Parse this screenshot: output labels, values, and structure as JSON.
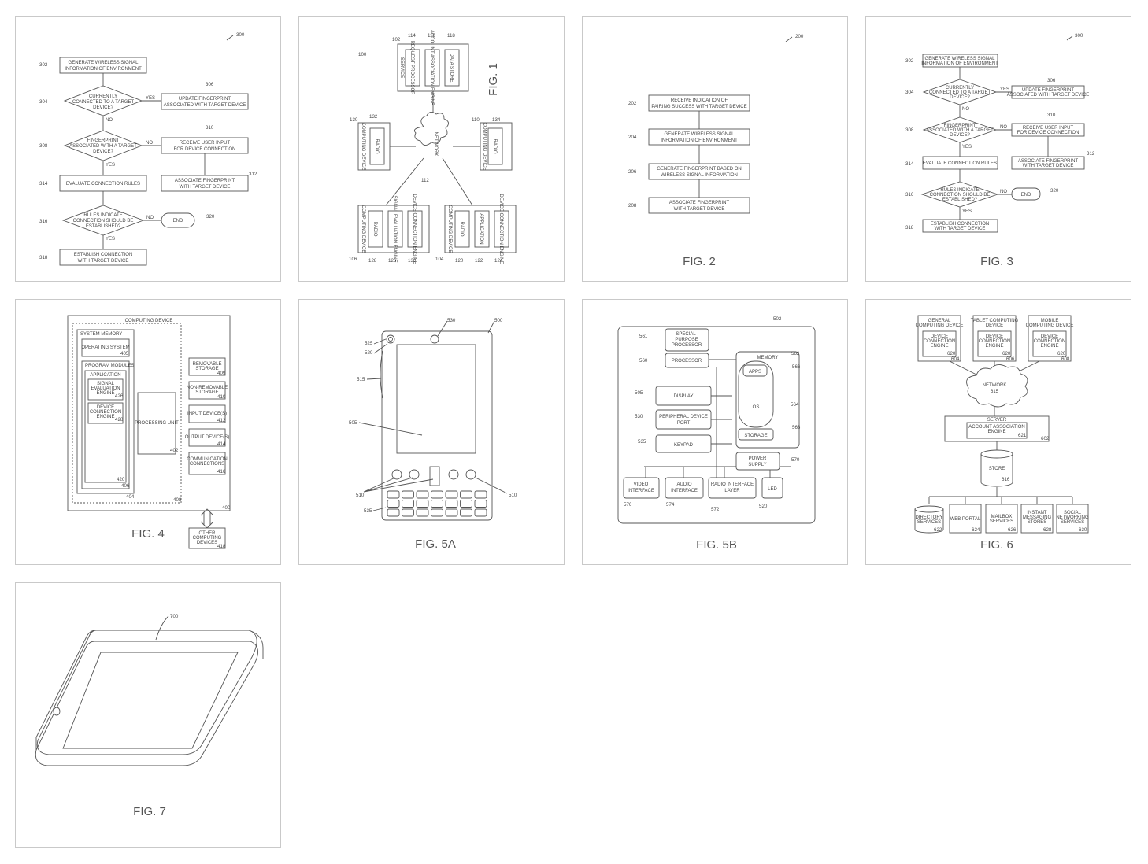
{
  "figures": {
    "fig3a": {
      "ref": "300",
      "steps": [
        {
          "id": "302",
          "text1": "GENERATE WIRELESS SIGNAL",
          "text2": "INFORMATION OF ENVIRONMENT"
        },
        {
          "id": "304",
          "text1": "CURRENTLY",
          "text2": "CONNECTED TO A TARGET",
          "text3": "DEVICE?"
        },
        {
          "id": "306",
          "text1": "UPDATE FINGERPRINT",
          "text2": "ASSOCIATED WITH TARGET DEVICE"
        },
        {
          "id": "308",
          "text1": "FINGERPRINT",
          "text2": "ASSOCIATED WITH A TARGET",
          "text3": "DEVICE?"
        },
        {
          "id": "310",
          "text1": "RECEIVE USER INPUT",
          "text2": "FOR DEVICE CONNECTION"
        },
        {
          "id": "312",
          "text1": "ASSOCIATE FINGERPRINT",
          "text2": "WITH TARGET DEVICE"
        },
        {
          "id": "314",
          "text1": "EVALUATE CONNECTION RULES"
        },
        {
          "id": "316",
          "text1": "RULES INDICATE",
          "text2": "CONNECTION SHOULD BE",
          "text3": "ESTABLISHED?"
        },
        {
          "id": "320",
          "text1": "END"
        },
        {
          "id": "318",
          "text1": "ESTABLISH CONNECTION",
          "text2": "WITH TARGET DEVICE"
        }
      ],
      "yes": "YES",
      "no": "NO"
    },
    "fig1": {
      "caption": "FIG. 1",
      "network_label": "NETWORK",
      "service": {
        "ref": "102",
        "label": "SERVICE",
        "items": [
          {
            "ref": "114",
            "text": "REQUEST PROCESSOR"
          },
          {
            "ref": "116",
            "text": "ACCOUNT ASSOCIATION ENGINE"
          },
          {
            "ref": "118",
            "text": "DATA STORE"
          }
        ]
      },
      "dev_left": {
        "ref": "130",
        "label": "COMPUTING DEVICE",
        "radio_ref": "132",
        "radio": "RADIO"
      },
      "dev_right": {
        "ref": "110",
        "label": "COMPUTING DEVICE",
        "radio_ref": "134",
        "radio": "RADIO"
      },
      "dev_bl": {
        "ref": "106",
        "label": "COMPUTING DEVICE",
        "items": [
          {
            "ref": "128",
            "text": "RADIO"
          },
          {
            "ref": "126",
            "text": "SIGNAL EVALUATION ENGINE"
          },
          {
            "ref": "130",
            "text": "DEVICE CONNECTION ENGINE"
          }
        ]
      },
      "dev_br": {
        "ref": "104",
        "label": "COMPUTING DEVICE",
        "items": [
          {
            "ref": "120",
            "text": "RADIO"
          },
          {
            "ref": "122",
            "text": "APPLICATION"
          },
          {
            "ref": "124",
            "text": "DEVICE CONNECTION ENGINE"
          }
        ]
      },
      "ref_100": "100",
      "ref_112": "112"
    },
    "fig2": {
      "ref": "200",
      "caption": "FIG. 2",
      "steps": [
        {
          "id": "202",
          "text1": "RECEIVE INDICATION OF",
          "text2": "PAIRING SUCCESS WITH TARGET DEVICE"
        },
        {
          "id": "204",
          "text1": "GENERATE WIRELESS SIGNAL",
          "text2": "INFORMATION OF ENVIRONMENT"
        },
        {
          "id": "206",
          "text1": "GENERATE FINGERPRINT BASED ON",
          "text2": "WIRELESS SIGNAL INFORMATION"
        },
        {
          "id": "208",
          "text1": "ASSOCIATE FINGERPRINT",
          "text2": "WITH TARGET DEVICE"
        }
      ]
    },
    "fig3": {
      "caption": "FIG. 3",
      "ref": "300",
      "upd": "UPDATE FINGERPRINT",
      "upd2": "ASSOCIATED WITH TARGET DEVICE"
    },
    "fig4": {
      "caption": "FIG. 4",
      "title": "COMPUTING DEVICE",
      "system_memory": "SYSTEM MEMORY",
      "os": "OPERATING SYSTEM",
      "os_ref": "405",
      "program_modules": "PROGRAM MODULES",
      "application": "APPLICATION",
      "sig_eval": [
        "SIGNAL",
        "EVALUATION",
        "ENGINE"
      ],
      "sig_ref": "426",
      "dev_conn": [
        "DEVICE",
        "CONNECTION",
        "ENGINE"
      ],
      "dev_ref": "428",
      "processing_unit": "PROCESSING UNIT",
      "pu_ref": "402",
      "refs": {
        "r420": "420",
        "r406": "406",
        "r404": "404",
        "r408": "408",
        "r400": "400",
        "r418": "418"
      },
      "right": [
        {
          "t1": "REMOVABLE",
          "t2": "STORAGE",
          "ref": "409"
        },
        {
          "t1": "NON-REMOVABLE",
          "t2": "STORAGE",
          "ref": "410"
        },
        {
          "t1": "INPUT DEVICE(S)",
          "t2": "",
          "ref": "412"
        },
        {
          "t1": "OUTPUT DEVICE(S)",
          "t2": "",
          "ref": "414"
        },
        {
          "t1": "COMMUNICATION",
          "t2": "CONNECTIONS",
          "ref": "416"
        }
      ],
      "other": [
        "OTHER",
        "COMPUTING",
        "DEVICES"
      ],
      "other_ref": "418"
    },
    "fig5a": {
      "caption": "FIG. 5A",
      "refs": [
        "525",
        "520",
        "530",
        "500",
        "515",
        "505",
        "510",
        "510",
        "535"
      ]
    },
    "fig5b": {
      "caption": "FIG. 5B",
      "ref": "502",
      "blocks": {
        "spp": [
          "SPECIAL-",
          "PURPOSE",
          "PROCESSOR"
        ],
        "proc": "PROCESSOR",
        "disp": "DISPLAY",
        "pdp": [
          "PERIPHERAL DEVICE",
          "PORT"
        ],
        "key": "KEYPAD",
        "mem": "MEMORY",
        "apps": "APPS",
        "os": "OS",
        "stor": "STORAGE",
        "pwr": [
          "POWER",
          "SUPPLY"
        ],
        "vid": [
          "VIDEO",
          "INTERFACE"
        ],
        "aud": [
          "AUDIO",
          "INTERFACE"
        ],
        "radio": [
          "RADIO INTERFACE",
          "LAYER"
        ],
        "led": "LED"
      },
      "refs": {
        "r561": "561",
        "r560": "560",
        "r505": "505",
        "r530": "530",
        "r535": "535",
        "r562": "562",
        "r566": "566",
        "r564": "564",
        "r568": "568",
        "r570": "570",
        "r576": "576",
        "r574": "574",
        "r572": "572",
        "r520": "520"
      }
    },
    "fig6": {
      "caption": "FIG. 6",
      "clients": [
        {
          "t1": "GENERAL",
          "t2": "COMPUTING DEVICE",
          "inner": [
            "DEVICE",
            "CONNECTION",
            "ENGINE"
          ],
          "iref": "620",
          "ref": "604"
        },
        {
          "t1": "TABLET COMPUTING",
          "t2": "DEVICE",
          "inner": [
            "DEVICE",
            "CONNECTION",
            "ENGINE"
          ],
          "iref": "620",
          "ref": "606"
        },
        {
          "t1": "MOBILE",
          "t2": "COMPUTING DEVICE",
          "inner": [
            "DEVICE",
            "CONNECTION",
            "ENGINE"
          ],
          "iref": "620",
          "ref": "608"
        }
      ],
      "network": "NETWORK",
      "network_ref": "615",
      "server": "SERVER",
      "account": [
        "ACCOUNT ASSOCIATION",
        "ENGINE"
      ],
      "acc_ref": "621",
      "srv_ref": "602",
      "store": "STORE",
      "store_ref": "616",
      "services": [
        {
          "t1": "DIRECTORY",
          "t2": "SERVICES",
          "ref": "622"
        },
        {
          "t1": "WEB PORTAL",
          "t2": "",
          "ref": "624"
        },
        {
          "t1": "MAILBOX",
          "t2": "SERVICES",
          "ref": "626"
        },
        {
          "t1": "INSTANT",
          "t2": "MESSAGING",
          "t3": "STORES",
          "ref": "628"
        },
        {
          "t1": "SOCIAL",
          "t2": "NETWORKING",
          "t3": "SERVICES",
          "ref": "630"
        }
      ]
    },
    "fig7": {
      "caption": "FIG. 7",
      "ref": "700"
    }
  }
}
